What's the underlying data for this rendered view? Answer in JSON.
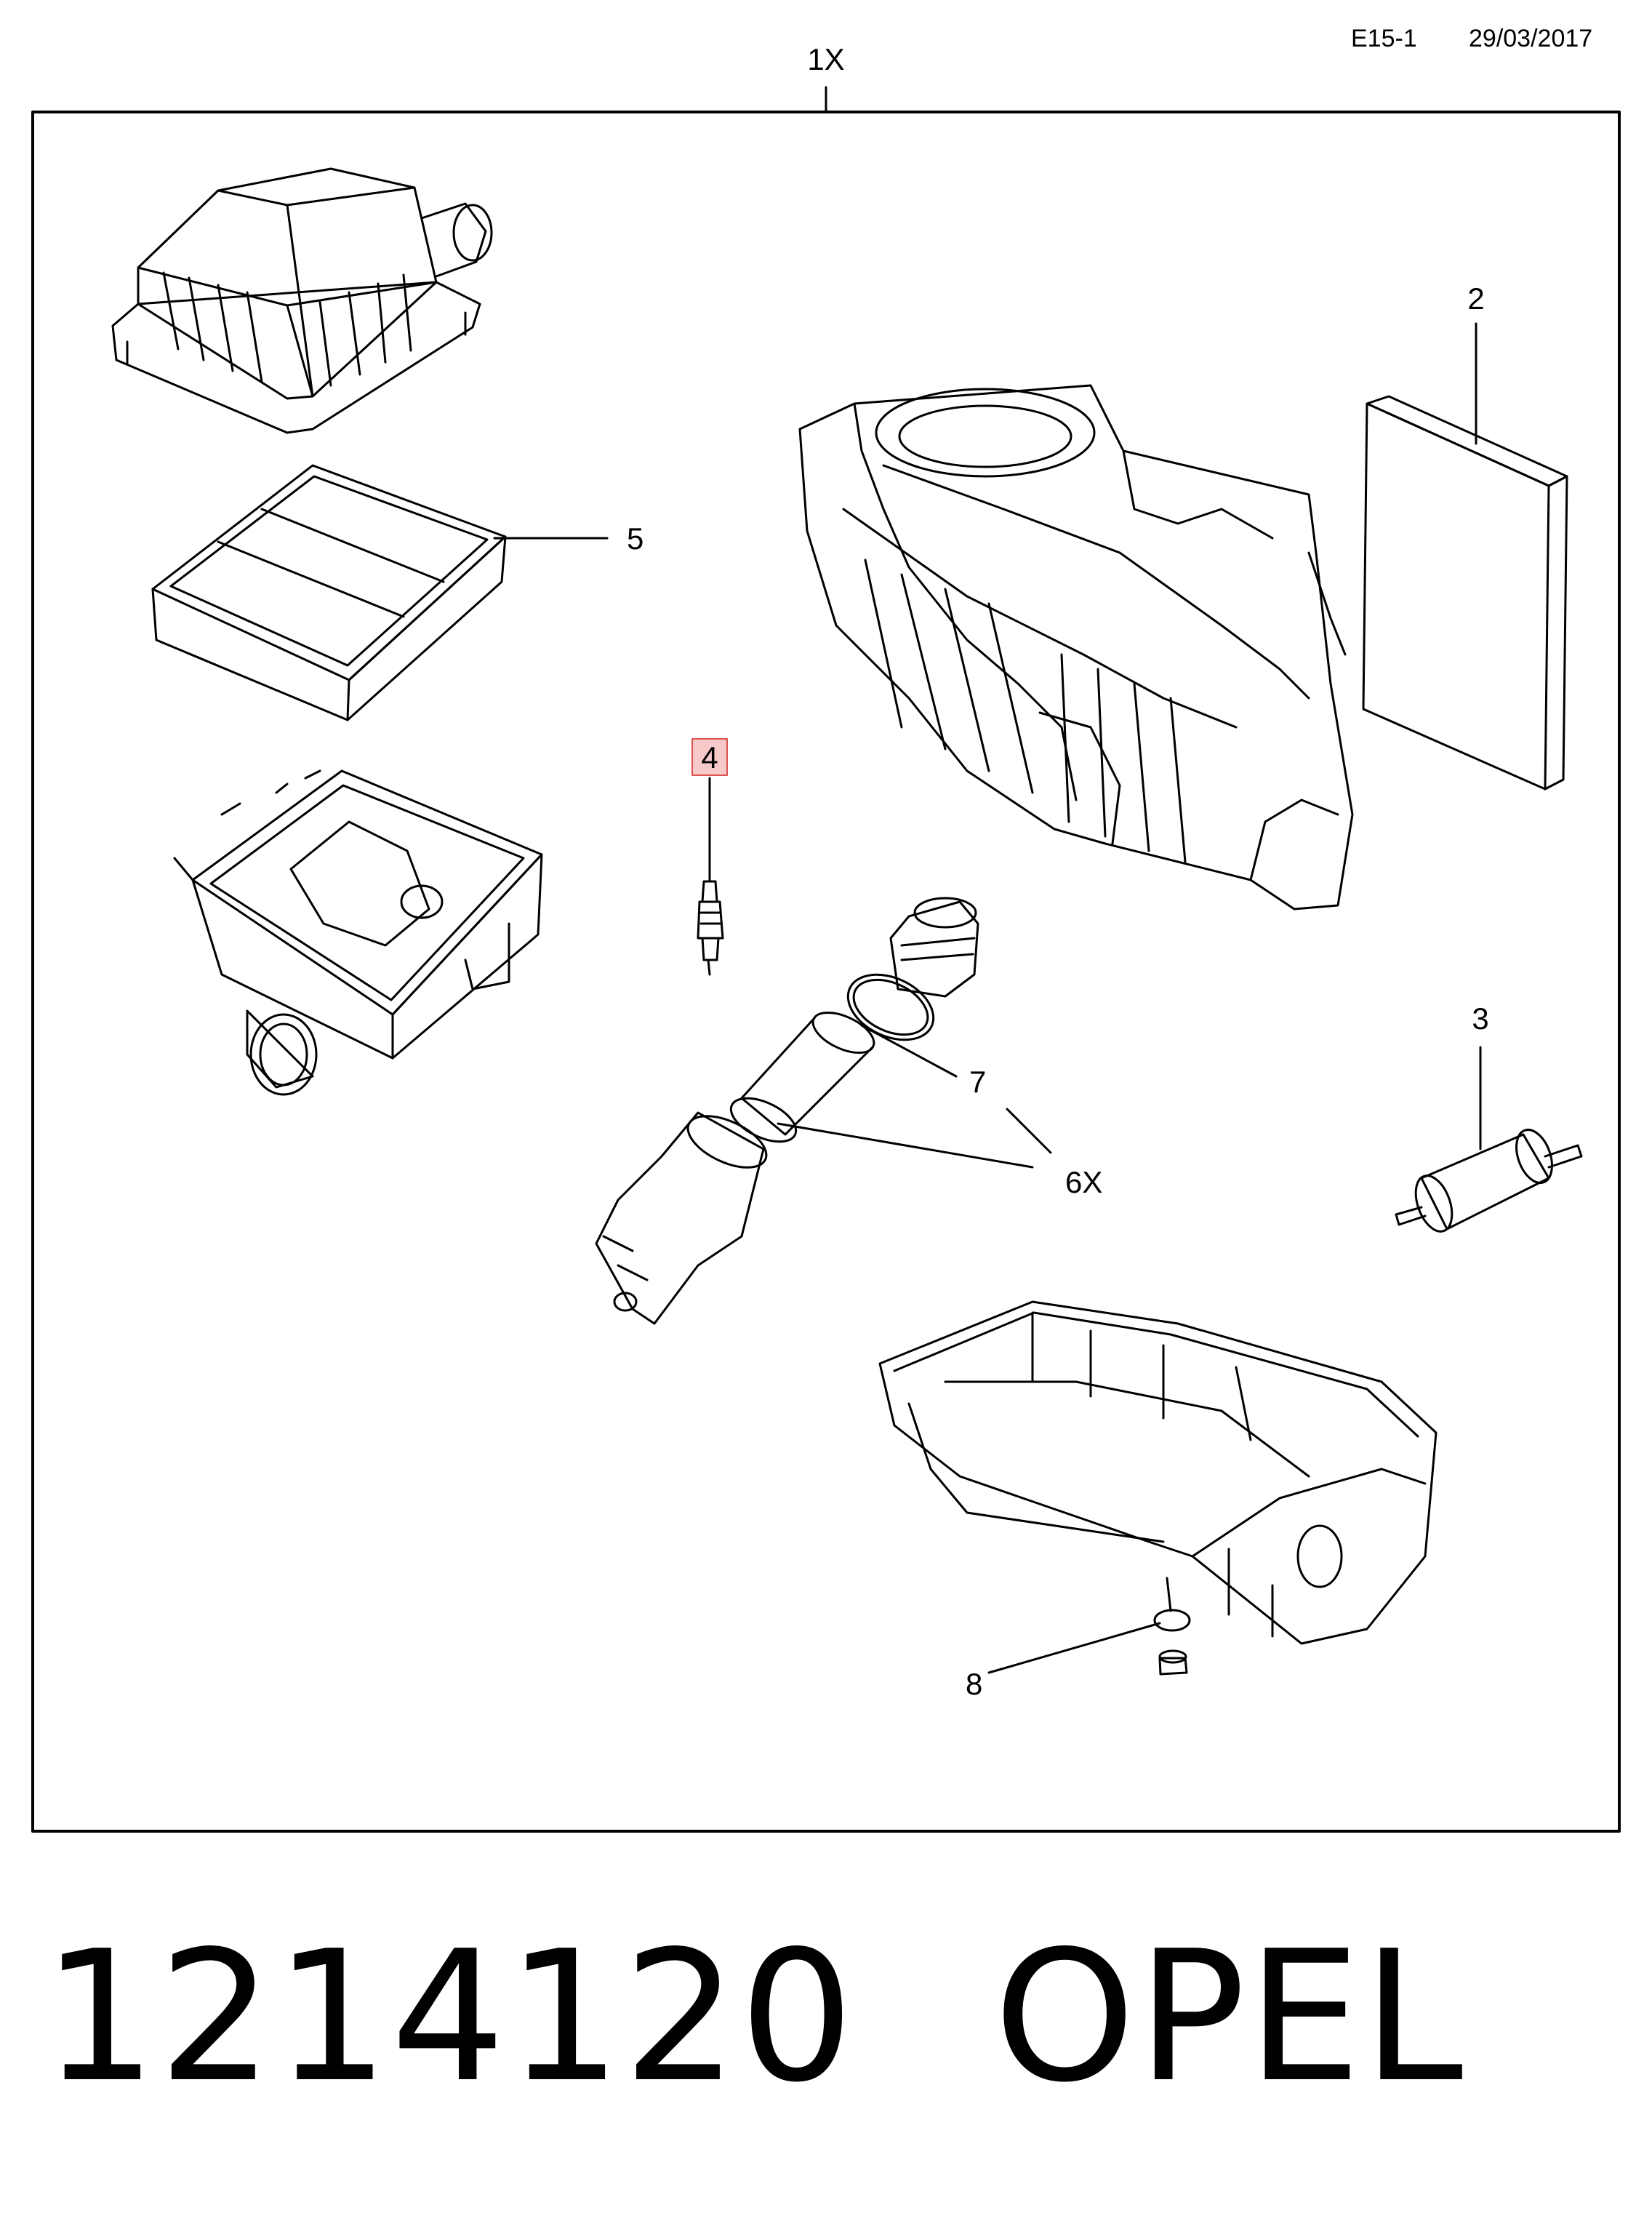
{
  "header": {
    "code": "E15-1",
    "date": "29/03/2017"
  },
  "diagram": {
    "assembly_label": "1X",
    "callouts": {
      "c2": "2",
      "c3": "3",
      "c4": "4",
      "c5": "5",
      "c6": "6X",
      "c7": "7",
      "c8": "8"
    },
    "highlight_color": "#f7c9c9",
    "highlight_border": "#d9534f"
  },
  "footer": {
    "part_number": "1214120",
    "brand": "OPEL"
  }
}
